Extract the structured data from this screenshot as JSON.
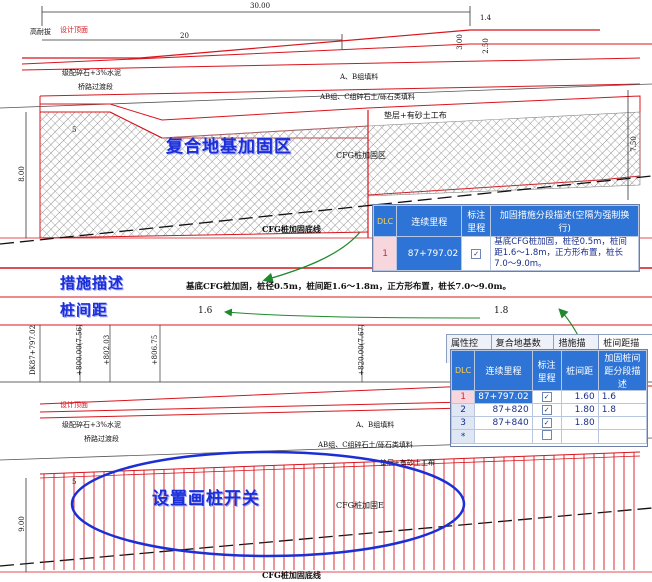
{
  "colors": {
    "cad_red": "#d8141c",
    "hatch": "#9a9a9a",
    "accent_blue": "#1c2fd6",
    "header_blue": "#2e74d6",
    "green_arrow": "#1f8a2c"
  },
  "top_drawing": {
    "dims": [
      "30.00",
      "20",
      "1.4",
      "3.00",
      "2.50",
      "5",
      "7.50",
      "8.00"
    ],
    "labels": [
      "高耐拔",
      "设计顶面",
      "级配碎石+3%水泥",
      "桥路过渡段",
      "A、B组填料",
      "AB组、C组碎石土/砾石类填料",
      "垫层+有砂土工布",
      "CFG桩加固区",
      "CFG桩加固底线"
    ],
    "title": "复合地基加固区"
  },
  "desc_band": {
    "label1": "措施描述",
    "label2": "桩间距",
    "text": "基底CFG桩加固，桩径0.5m，桩间距1.6～1.8m，正方形布置，桩长7.0～9.0m。",
    "spacing_a": "1.6",
    "spacing_b": "1.8"
  },
  "stations": [
    "DK87+797.02",
    "+800.00(7.56)",
    "+802.03",
    "+806.75",
    "+820.00(7.67)"
  ],
  "table1": {
    "headers": [
      "DLC",
      "连续里程",
      "标注里程",
      "加固措施分段描述(空隔为强制换行)"
    ],
    "rows": [
      {
        "idx": "1",
        "station": "87+797.02",
        "checked": "✓",
        "desc": "基底CFG桩加固，桩径0.5m，桩间距1.6～1.8m，正方形布置，桩长7.0～9.0m。"
      }
    ]
  },
  "tabs": [
    "属性控制",
    "复合地基数据",
    "措施描述",
    "桩间距描述"
  ],
  "table2": {
    "headers": [
      "DLC",
      "连续里程",
      "标注里程",
      "桩间距",
      "加固桩间距分段描述"
    ],
    "rows": [
      {
        "idx": "1",
        "station": "87+797.02",
        "checked": "✓",
        "spacing": "1.60",
        "desc": "1.6"
      },
      {
        "idx": "2",
        "station": "87+820",
        "checked": "✓",
        "spacing": "1.80",
        "desc": "1.8"
      },
      {
        "idx": "3",
        "station": "87+840",
        "checked": "✓",
        "spacing": "1.80",
        "desc": ""
      },
      {
        "idx": "*",
        "station": "",
        "checked": "",
        "spacing": "",
        "desc": ""
      }
    ]
  },
  "bottom_drawing": {
    "labels": [
      "设计顶面",
      "级配碎石+3%水泥",
      "桥路过渡段",
      "A、B组填料",
      "AB组、C组碎石土/砾石类填料",
      "垫层+有砂土工布",
      "CFG桩加固E",
      "CFG桩加固底线"
    ],
    "dims": [
      "5",
      "9.00"
    ],
    "title": "设置画桩开关"
  }
}
